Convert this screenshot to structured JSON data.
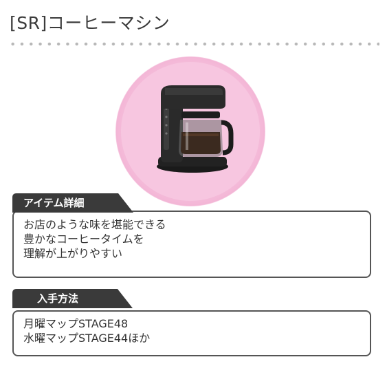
{
  "item": {
    "title": "[SR]コーヒーマシン",
    "image_name": "coffee-machine"
  },
  "details": {
    "heading": "アイテム詳細",
    "lines": [
      "お店のような味を堪能できる",
      "豊かなコーヒータイムを",
      "理解が上がりやすい"
    ]
  },
  "obtain": {
    "heading": "入手方法",
    "lines": [
      "月曜マップSTAGE48",
      "水曜マップSTAGE44ほか"
    ]
  },
  "colors": {
    "tab_background": "#3a3a3a",
    "circle_pink": "#f7c6e0",
    "box_border": "#555555"
  }
}
